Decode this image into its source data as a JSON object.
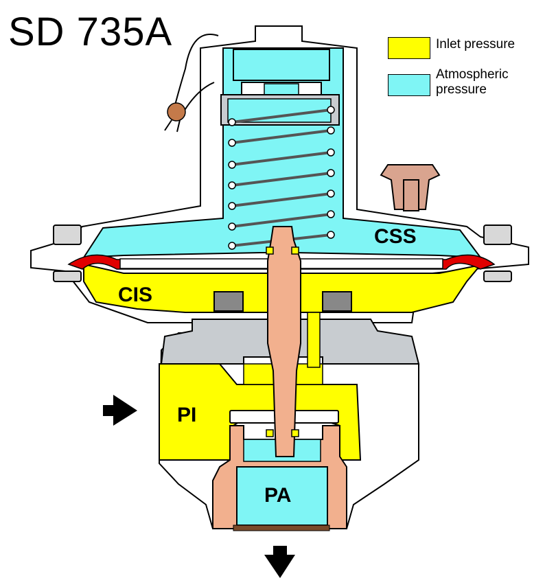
{
  "title": "SD 735A",
  "legend": {
    "items": [
      {
        "label": "Inlet pressure",
        "color": "#ffff00"
      },
      {
        "label": "Atmospheric pressure",
        "color": "#7ff5f5"
      }
    ]
  },
  "zones": {
    "css": "CSS",
    "cis": "CIS",
    "pi": "PI",
    "pa": "PA"
  },
  "colors": {
    "inlet": "#ffff00",
    "atmospheric": "#7ff5f5",
    "body": "#ffffff",
    "metal": "#c8ccd0",
    "stem": "#f2b08e",
    "diaphragm": "#e00000",
    "outline": "#000000"
  },
  "icons": [
    "flow-in-arrow-icon",
    "flow-out-arrow-icon",
    "spring-icon",
    "seal-cap-icon"
  ]
}
